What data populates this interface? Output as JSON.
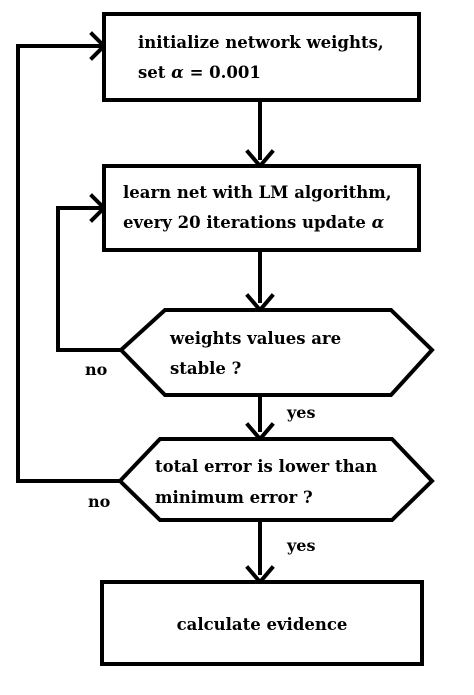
{
  "nodes": {
    "init": {
      "line1": "initialize network weights,",
      "line2_prefix": "set ",
      "line2_symbol": "α",
      "line2_suffix": " = 0.001"
    },
    "learn": {
      "line1": "learn net with LM algorithm,",
      "line2_prefix": "every 20 iterations update ",
      "line2_symbol": "α"
    },
    "stable": {
      "line1": "weights values are",
      "line2": "stable ?"
    },
    "error": {
      "line1": "total error is  lower  than",
      "line2": "minimum error  ?"
    },
    "evidence": {
      "label": "calculate evidence"
    }
  },
  "edges": {
    "stable_no": "no",
    "stable_yes": "yes",
    "error_no": "no",
    "error_yes": "yes"
  }
}
